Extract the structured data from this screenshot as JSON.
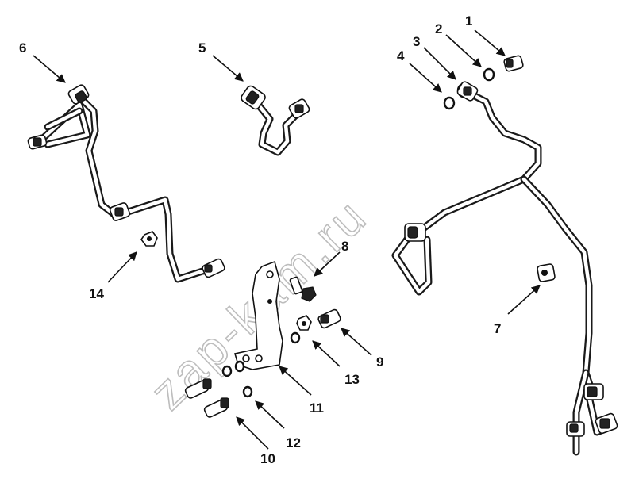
{
  "diagram": {
    "watermark": "zap-kam.ru",
    "callouts": [
      {
        "id": "c1",
        "label": "1"
      },
      {
        "id": "c2",
        "label": "2"
      },
      {
        "id": "c3",
        "label": "3"
      },
      {
        "id": "c4",
        "label": "4"
      },
      {
        "id": "c5",
        "label": "5"
      },
      {
        "id": "c6",
        "label": "6"
      },
      {
        "id": "c7",
        "label": "7"
      },
      {
        "id": "c8",
        "label": "8"
      },
      {
        "id": "c9",
        "label": "9"
      },
      {
        "id": "c10",
        "label": "10"
      },
      {
        "id": "c11",
        "label": "11"
      },
      {
        "id": "c12",
        "label": "12"
      },
      {
        "id": "c13",
        "label": "13"
      },
      {
        "id": "c14",
        "label": "14"
      }
    ]
  },
  "colors": {
    "ink": "#111111",
    "paper": "#ffffff",
    "watermark": "#bdbdbd"
  }
}
